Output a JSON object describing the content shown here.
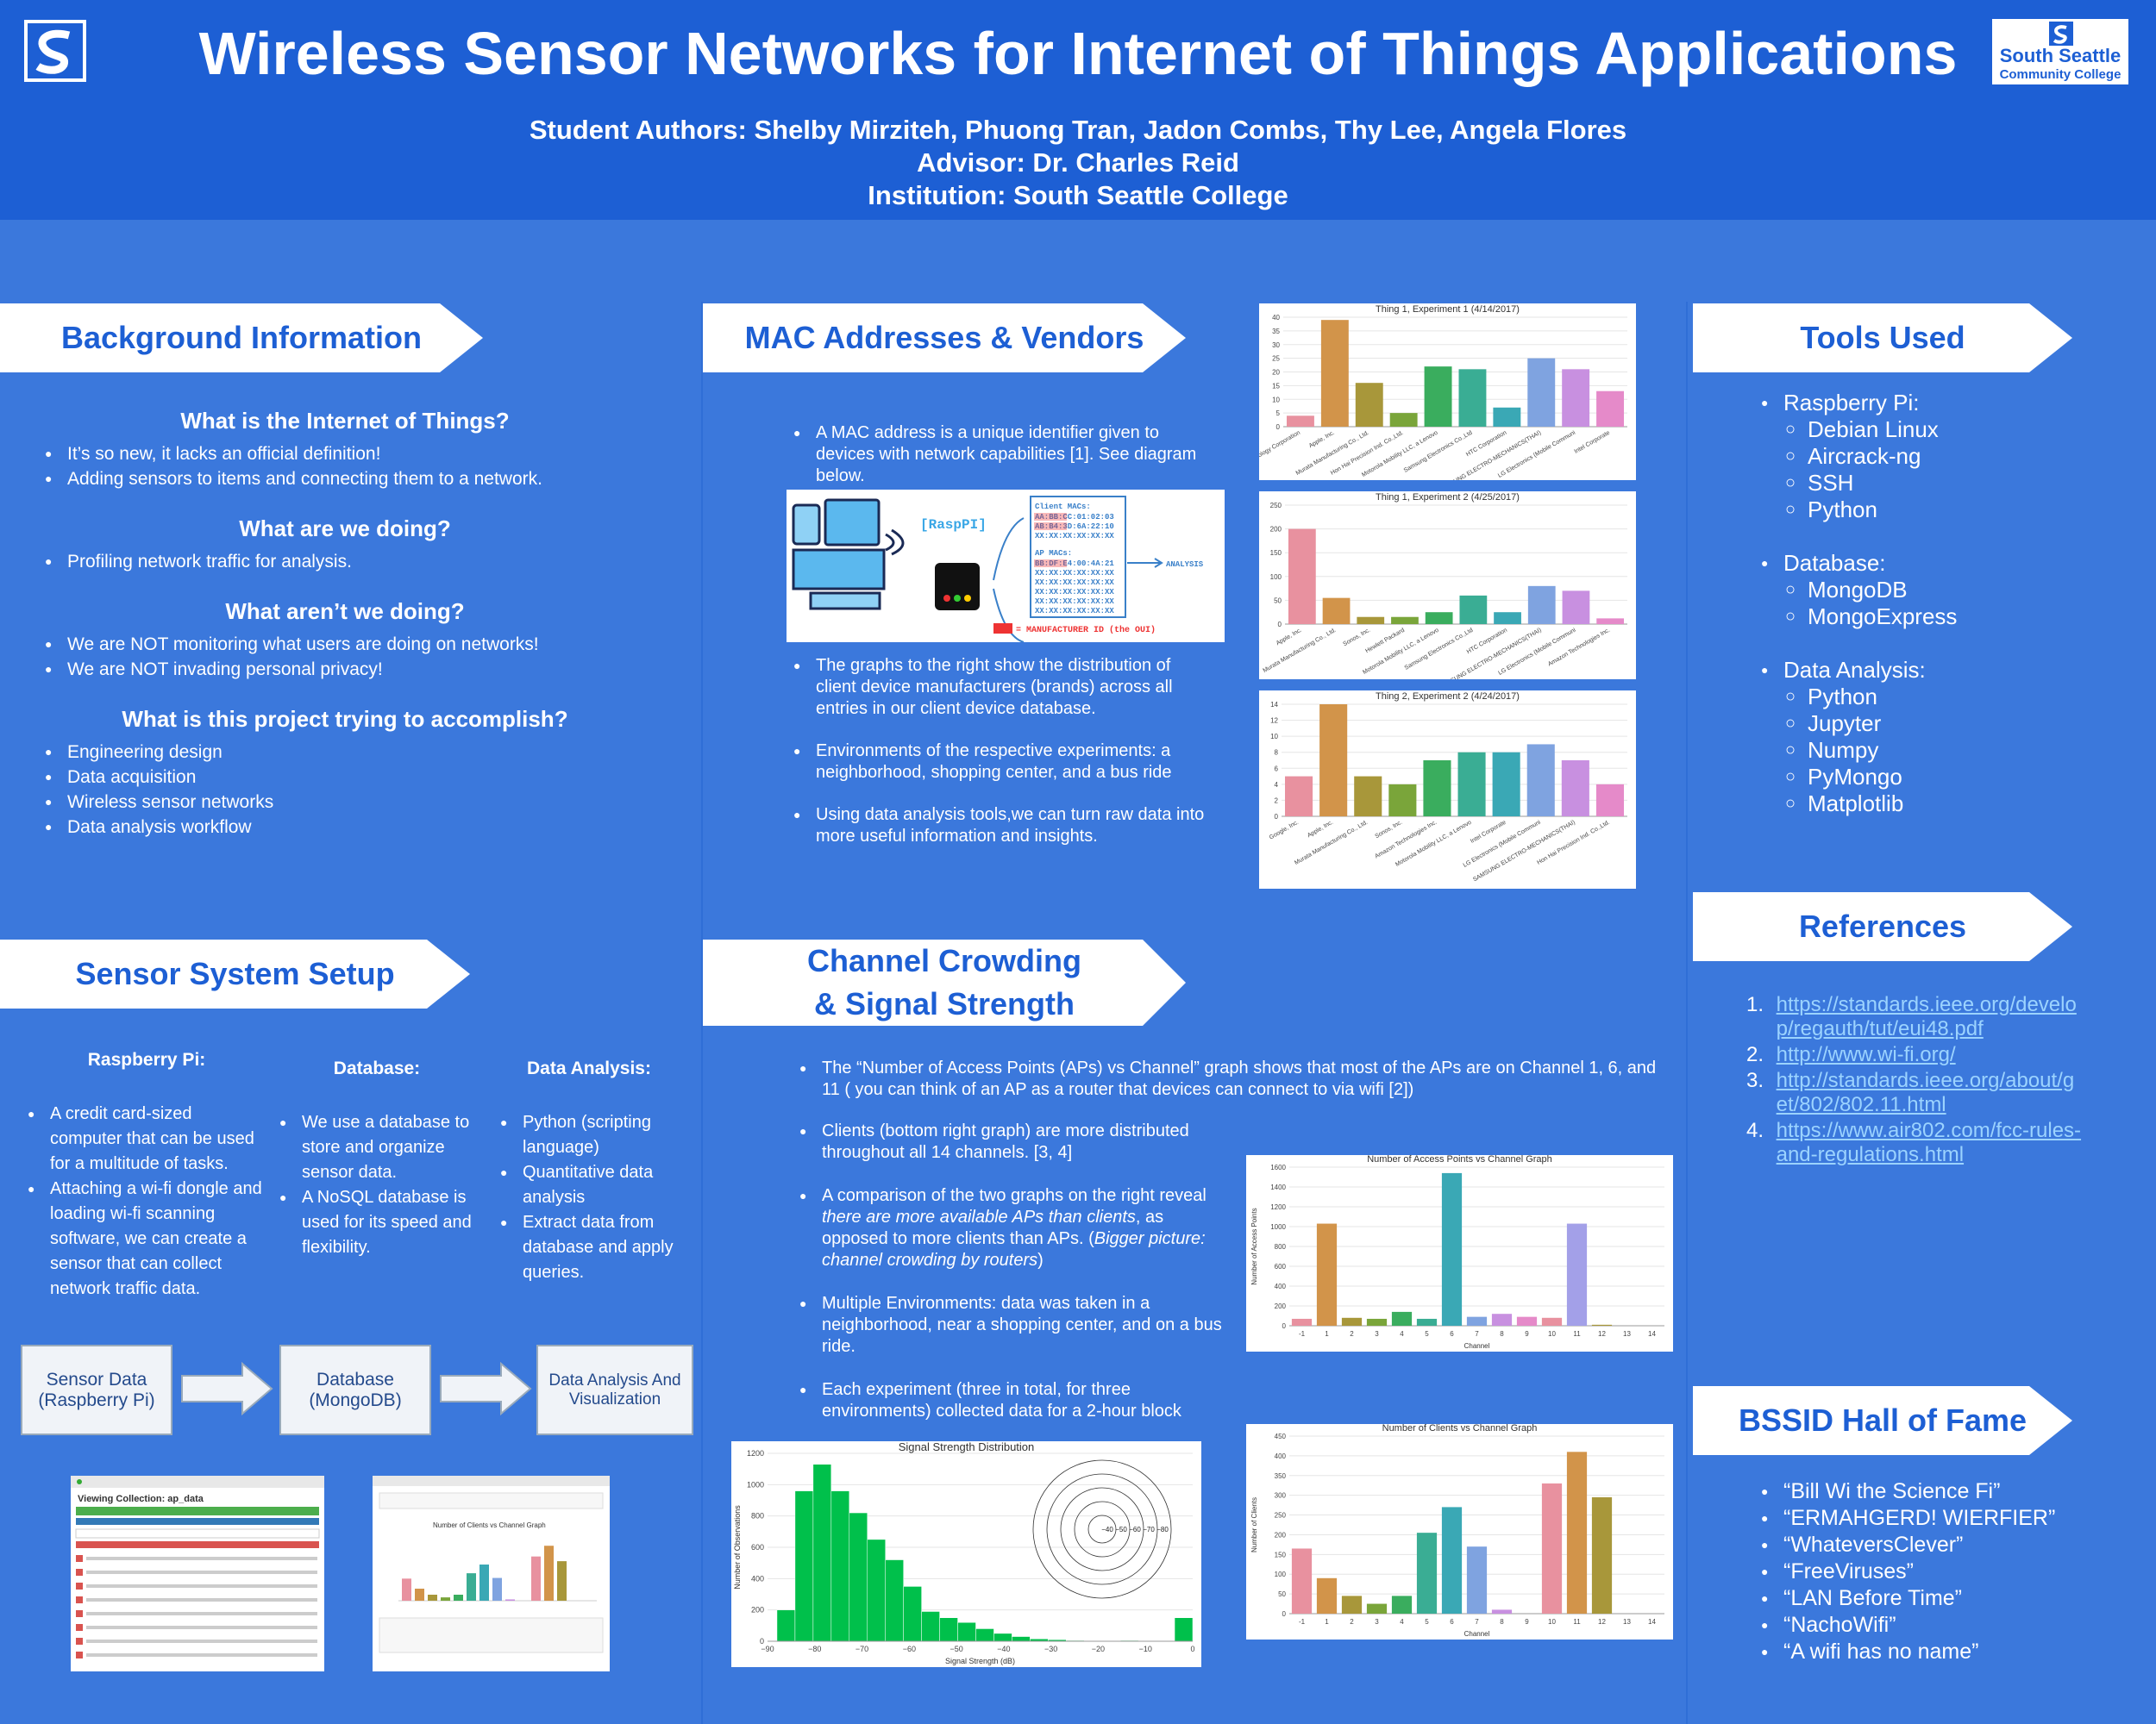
{
  "header": {
    "title": "Wireless Sensor Networks for Internet of Things Applications",
    "authors": "Student Authors: Shelby Mirziteh, Phuong Tran, Jadon Combs, Thy Lee, Angela Flores",
    "advisor": "Advisor: Dr. Charles Reid",
    "institution": "Institution: South Seattle College",
    "logo_line1": "South Seattle",
    "logo_line2": "Community College"
  },
  "background": {
    "title": "Background Information",
    "q1": "What is the Internet of Things?",
    "q1_items": [
      "It’s so new, it lacks an official definition!",
      "Adding sensors to items and connecting them to a network."
    ],
    "q2": "What are we doing?",
    "q2_items": [
      "Profiling network traffic for analysis."
    ],
    "q3": "What aren’t we doing?",
    "q3_items": [
      "We are NOT monitoring what users are doing on networks!",
      "We are NOT invading personal privacy!"
    ],
    "q4": "What is this project trying to accomplish?",
    "q4_items": [
      "Engineering design",
      "Data acquisition",
      "Wireless sensor networks",
      "Data analysis workflow"
    ]
  },
  "mac": {
    "title": "MAC Addresses & Vendors",
    "p1": "A MAC address is a unique identifier given to devices with network capabilities [1]. See diagram below.",
    "diagram": {
      "raspi": "[RaspPI]",
      "client_macs": "Client MACs:",
      "client_lines": [
        "AA:BB:CC:01:02:03",
        "AB:B4:3D:6A:22:10",
        "XX:XX:XX:XX:XX:XX"
      ],
      "ap_macs": "AP MACs:",
      "ap_lines": [
        "BB:DF:E4:00:4A:21",
        "XX:XX:XX:XX:XX:XX",
        "XX:XX:XX:XX:XX:XX",
        "XX:XX:XX:XX:XX:XX",
        "XX:XX:XX:XX:XX:XX",
        "XX:XX:XX:XX:XX:XX"
      ],
      "analysis": "ANALYSIS",
      "legend": "= MANUFACTURER ID (the OUI)"
    },
    "p2": "The graphs to the right show the distribution of client device manufacturers (brands) across all entries in our client device database.",
    "p3": "Environments of the respective experiments: a neighborhood, shopping center, and a bus ride",
    "p4": "Using data analysis tools,we can turn raw data into more useful information and insights."
  },
  "tools": {
    "title": "Tools Used",
    "groups": [
      {
        "label": "Raspberry Pi:",
        "items": [
          "Debian Linux",
          "Aircrack-ng",
          "SSH",
          "Python"
        ]
      },
      {
        "label": "Database:",
        "items": [
          "MongoDB",
          "MongoExpress"
        ]
      },
      {
        "label": "Data Analysis:",
        "items": [
          "Python",
          "Jupyter",
          "Numpy",
          "PyMongo",
          "Matplotlib"
        ]
      }
    ]
  },
  "references": {
    "title": "References",
    "items": [
      "https://standards.ieee.org/develop/regauth/tut/eui48.pdf",
      "http://www.wi-fi.org/",
      "http://standards.ieee.org/about/get/802/802.11.html",
      "https://www.air802.com/fcc-rules-and-regulations.html"
    ]
  },
  "sensor": {
    "title": "Sensor System Setup",
    "col1_title": "Raspberry Pi:",
    "col1_items": [
      "A credit card-sized computer that can be used for a multitude of tasks.",
      "Attaching a wi-fi dongle and loading wi-fi scanning software, we can create a sensor that can collect network traffic data."
    ],
    "col2_title": "Database:",
    "col2_items": [
      "We use a database to store and organize sensor data.",
      "A NoSQL database is used for its speed and flexibility."
    ],
    "col3_title": "Data Analysis:",
    "col3_items": [
      "Python (scripting language)",
      "Quantitative data analysis",
      "Extract data from database and apply queries."
    ],
    "flow": [
      "Sensor Data (Raspberry Pi)",
      "Database (MongoDB)",
      "Data Analysis And Visualization"
    ],
    "shot1_title": "Viewing Collection: ap_data",
    "shot2_title": "Number of Clients vs Channel Graph"
  },
  "channel": {
    "title_line1": "Channel Crowding",
    "title_line2": "& Signal Strength",
    "p1": "The “Number of Access Points (APs) vs Channel” graph shows that most of the APs are on Channel 1, 6, and 11 ( you can think of an AP as a router that devices can connect to via wifi [2])",
    "p2": "Clients (bottom right graph) are more distributed throughout all 14 channels. [3, 4]",
    "p3a": "A comparison of the two graphs on the right reveal ",
    "p3b": "there are more available APs than clients",
    "p3c": ", as opposed to more clients than APs. (",
    "p3d": "Bigger picture: channel crowding by routers",
    "p3e": ")",
    "p4": "Multiple Environments: data was taken in a neighborhood, near a shopping center, and on a bus ride.",
    "p5": "Each experiment (three in total, for three environments) collected data for a 2-hour block"
  },
  "hall": {
    "title": "BSSID Hall of Fame",
    "items": [
      "“Bill Wi the Science Fi”",
      "“ERMAHGERD! WIERFIER”",
      "“WhateversClever”",
      "“FreeViruses”",
      "“LAN Before Time”",
      "“NachoWifi”",
      "“A wifi has no name”"
    ]
  },
  "chart_data": [
    {
      "type": "bar",
      "title": "Thing 1, Experiment 1 (4/14/2017)",
      "ylim": [
        0,
        40
      ],
      "yticks": [
        0,
        5,
        10,
        15,
        20,
        25,
        30,
        35,
        40
      ],
      "categories": [
        "Liteon Technology Corporation",
        "Apple, Inc.",
        "Murata Manufacturing Co., Ltd.",
        "Hon Hai Precision Ind. Co.,Ltd.",
        "Motorola Mobility LLC, a Lenovo",
        "Samsung Electronics Co.,Ltd",
        "HTC Corporation",
        "SAMSUNG ELECTRO-MECHANICS(THAI)",
        "LG Electronics (Mobile Communi",
        "Intel Corporate"
      ],
      "values": [
        4,
        39,
        16,
        5,
        22,
        21,
        7,
        25,
        21,
        13
      ]
    },
    {
      "type": "bar",
      "title": "Thing 1, Experiment 2 (4/25/2017)",
      "ylim": [
        0,
        250
      ],
      "yticks": [
        0,
        50,
        100,
        150,
        200,
        250
      ],
      "categories": [
        "Apple, Inc.",
        "Murata Manufacturing Co., Ltd.",
        "Sonos, Inc.",
        "Hewlett Packard",
        "Motorola Mobility LLC, a Lenovo",
        "Samsung Electronics Co.,Ltd",
        "HTC Corporation",
        "SAMSUNG ELECTRO-MECHANICS(THAI)",
        "LG Electronics (Mobile Communi",
        "Amazon Technologies Inc."
      ],
      "values": [
        200,
        55,
        15,
        15,
        25,
        60,
        25,
        80,
        70,
        12
      ]
    },
    {
      "type": "bar",
      "title": "Thing 2, Experiment 2 (4/24/2017)",
      "ylim": [
        0,
        14
      ],
      "yticks": [
        0,
        2,
        4,
        6,
        8,
        10,
        12,
        14
      ],
      "categories": [
        "Google, Inc.",
        "Apple, Inc.",
        "Murata Manufacturing Co., Ltd.",
        "Sonos, Inc.",
        "Amazon Technologies Inc.",
        "Motorola Mobility LLC, a Lenovo",
        "Intel Corporate",
        "LG Electronics (Mobile Communi",
        "SAMSUNG ELECTRO-MECHANICS(THAI)",
        "Hon Hai Precision Ind. Co.,Ltd."
      ],
      "values": [
        5,
        14,
        5,
        4,
        7,
        8,
        8,
        9,
        7,
        4
      ]
    },
    {
      "type": "bar",
      "title": "Number of Access Points vs Channel Graph",
      "xlabel": "Channel",
      "ylabel": "Number of Access Points",
      "ylim": [
        0,
        1600
      ],
      "yticks": [
        0,
        200,
        400,
        600,
        800,
        1000,
        1200,
        1400,
        1600
      ],
      "categories": [
        "-1",
        "1",
        "2",
        "3",
        "4",
        "5",
        "6",
        "7",
        "8",
        "9",
        "10",
        "11",
        "12",
        "13",
        "14"
      ],
      "values": [
        70,
        1030,
        80,
        70,
        140,
        70,
        1540,
        90,
        120,
        90,
        80,
        1030,
        10,
        0,
        0
      ]
    },
    {
      "type": "bar",
      "title": "Number of Clients vs Channel Graph",
      "xlabel": "Channel",
      "ylabel": "Number of Clients",
      "ylim": [
        0,
        450
      ],
      "yticks": [
        0,
        50,
        100,
        150,
        200,
        250,
        300,
        350,
        400,
        450
      ],
      "categories": [
        "-1",
        "1",
        "2",
        "3",
        "4",
        "5",
        "6",
        "7",
        "8",
        "9",
        "10",
        "11",
        "12",
        "13",
        "14"
      ],
      "values": [
        165,
        90,
        45,
        25,
        45,
        205,
        270,
        170,
        10,
        0,
        330,
        410,
        295,
        0,
        0
      ]
    },
    {
      "type": "bar",
      "title": "Signal Strength Distribution",
      "xlabel": "Signal Strength (dB)",
      "ylabel": "Number of Observations",
      "ylim": [
        0,
        1200
      ],
      "yticks": [
        0,
        200,
        400,
        600,
        800,
        1000,
        1200
      ],
      "xticks": [
        "-90",
        "-80",
        "-70",
        "-60",
        "-50",
        "-40",
        "-30",
        "-20",
        "-10",
        "0"
      ],
      "values": [
        200,
        960,
        1130,
        960,
        820,
        650,
        520,
        350,
        190,
        150,
        120,
        80,
        50,
        30,
        15,
        10,
        5,
        0,
        0,
        5,
        0,
        0,
        150
      ],
      "rings": [
        "-40",
        "-50",
        "-60",
        "-70",
        "-80"
      ]
    }
  ]
}
